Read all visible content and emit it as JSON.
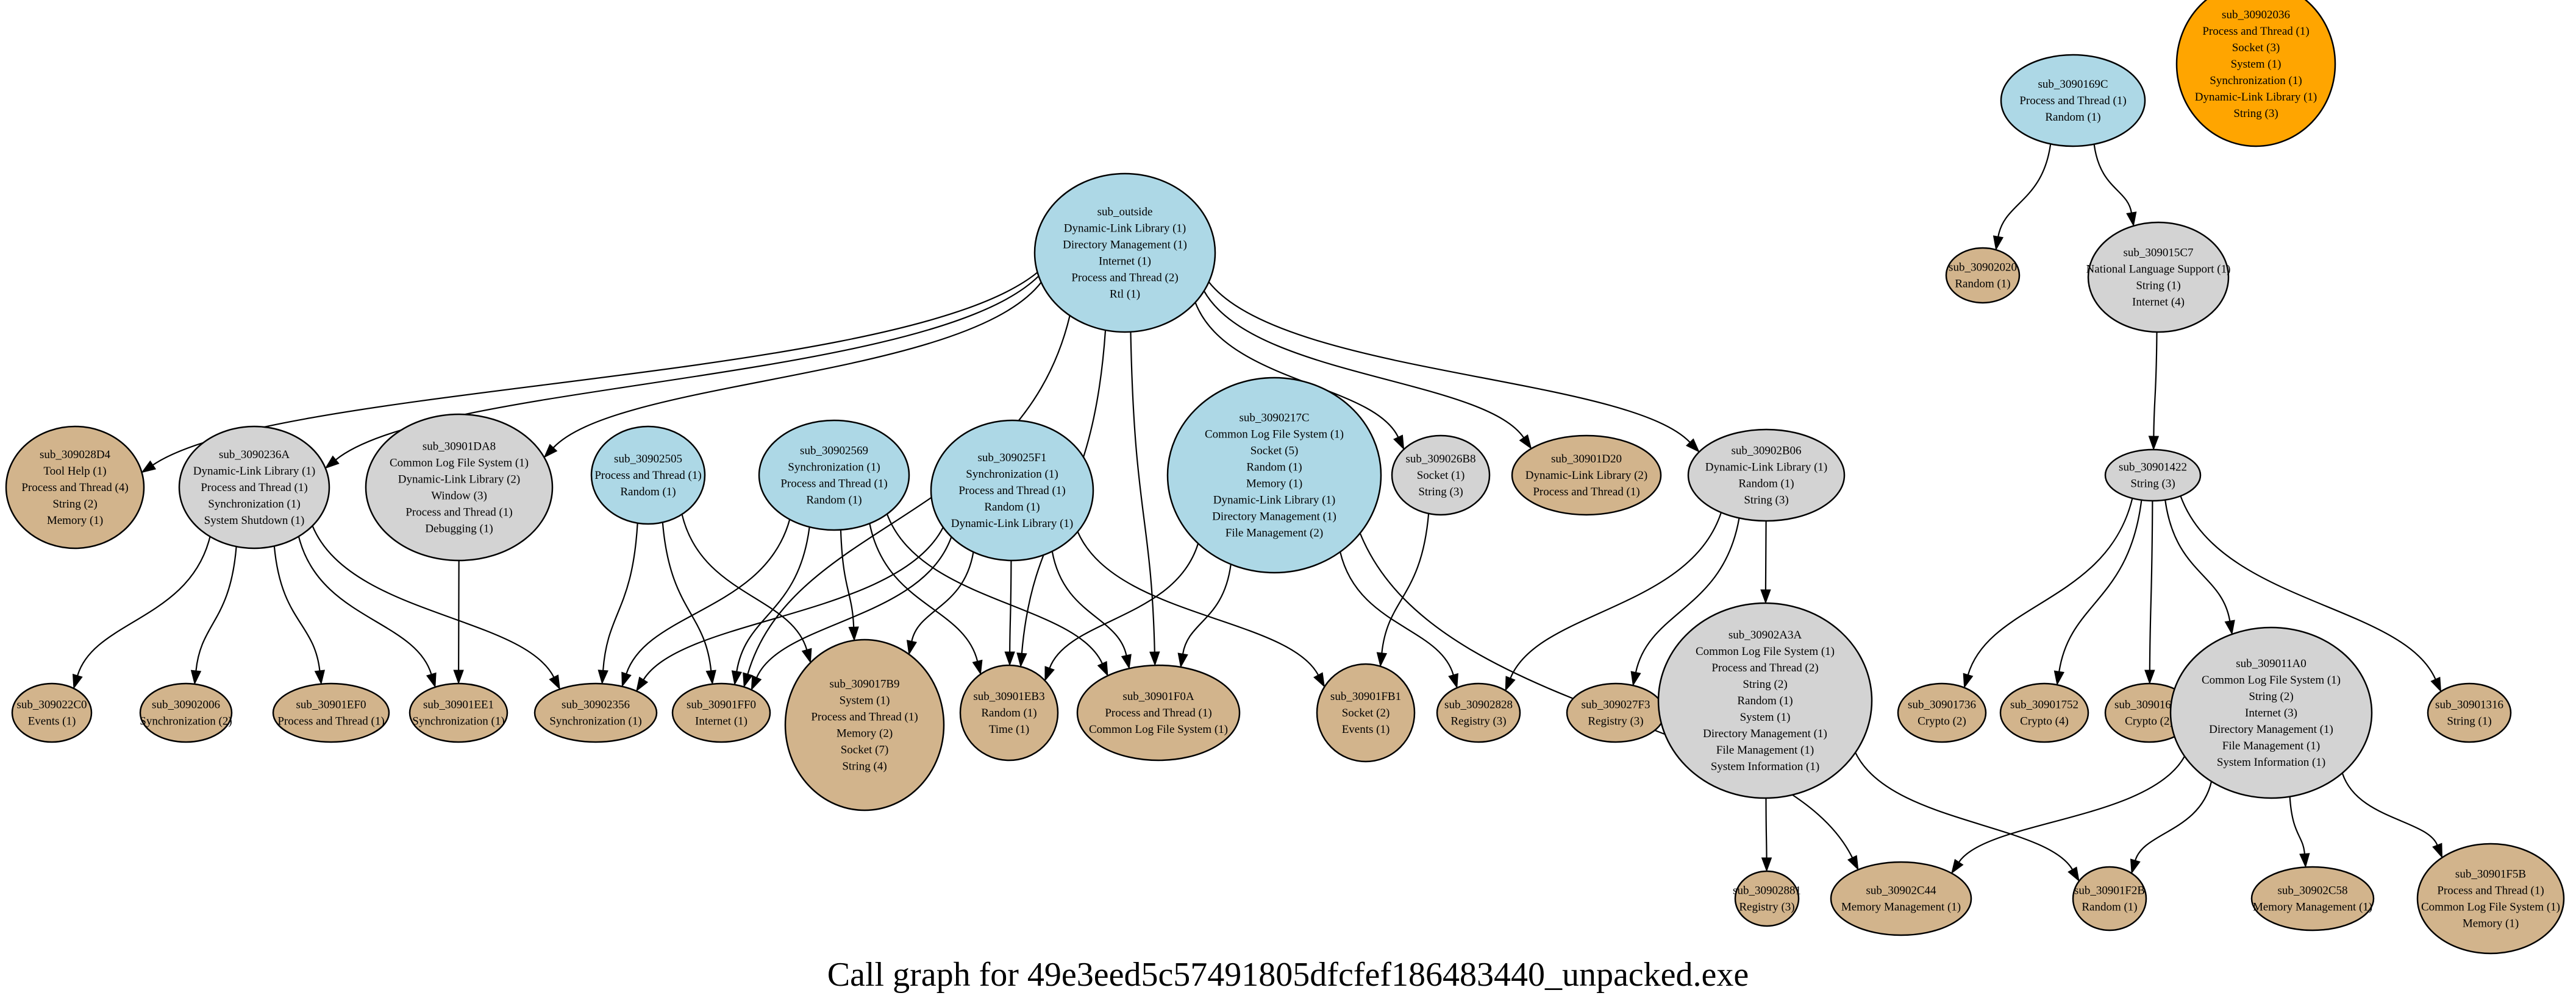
{
  "title": "Call graph for 49e3eed5c57491805dfcfef186483440_unpacked.exe",
  "legend_colors": {
    "entry": "#add8e6",
    "intermediate": "#d3d3d3",
    "leaf": "#d2b48c",
    "isolated": "#ffa500"
  },
  "nodes": [
    {
      "id": "sub_outside",
      "type": "entry",
      "lines": [
        "Dynamic-Link Library (1)",
        "Directory Management (1)",
        "Internet (1)",
        "Process and Thread (2)",
        "Rtl (1)"
      ]
    },
    {
      "id": "sub_3090169C",
      "type": "entry",
      "lines": [
        "Process and Thread (1)",
        "Random (1)"
      ]
    },
    {
      "id": "sub_30902036",
      "type": "isolated",
      "lines": [
        "Process and Thread (1)",
        "Socket (3)",
        "System (1)",
        "Synchronization (1)",
        "Dynamic-Link Library (1)",
        "String (3)"
      ]
    },
    {
      "id": "sub_30902020",
      "type": "leaf",
      "lines": [
        "Random (1)"
      ]
    },
    {
      "id": "sub_309015C7",
      "type": "intermediate",
      "lines": [
        "National Language Support (1)",
        "String (1)",
        "Internet (4)"
      ]
    },
    {
      "id": "sub_309028D4",
      "type": "leaf",
      "lines": [
        "Tool Help (1)",
        "Process and Thread (4)",
        "String (2)",
        "Memory (1)"
      ]
    },
    {
      "id": "sub_3090236A",
      "type": "intermediate",
      "lines": [
        "Dynamic-Link Library (1)",
        "Process and Thread (1)",
        "Synchronization (1)",
        "System Shutdown (1)"
      ]
    },
    {
      "id": "sub_30901DA8",
      "type": "intermediate",
      "lines": [
        "Common Log File System (1)",
        "Dynamic-Link Library (2)",
        "Window (3)",
        "Process and Thread (1)",
        "Debugging (1)"
      ]
    },
    {
      "id": "sub_30902505",
      "type": "entry",
      "lines": [
        "Process and Thread (1)",
        "Random (1)"
      ]
    },
    {
      "id": "sub_30902569",
      "type": "entry",
      "lines": [
        "Synchronization (1)",
        "Process and Thread (1)",
        "Random (1)"
      ]
    },
    {
      "id": "sub_309025F1",
      "type": "entry",
      "lines": [
        "Synchronization (1)",
        "Process and Thread (1)",
        "Random (1)",
        "Dynamic-Link Library (1)"
      ]
    },
    {
      "id": "sub_3090217C",
      "type": "entry",
      "lines": [
        "Common Log File System (1)",
        "Socket (5)",
        "Random (1)",
        "Memory (1)",
        "Dynamic-Link Library (1)",
        "Directory Management (1)",
        "File Management (2)"
      ]
    },
    {
      "id": "sub_309026B8",
      "type": "intermediate",
      "lines": [
        "Socket (1)",
        "String (3)"
      ]
    },
    {
      "id": "sub_30901D20",
      "type": "leaf",
      "lines": [
        "Dynamic-Link Library (2)",
        "Process and Thread (1)"
      ]
    },
    {
      "id": "sub_30902B06",
      "type": "intermediate",
      "lines": [
        "Dynamic-Link Library (1)",
        "Random (1)",
        "String (3)"
      ]
    },
    {
      "id": "sub_30901422",
      "type": "intermediate",
      "lines": [
        "String (3)"
      ]
    },
    {
      "id": "sub_309022C0",
      "type": "leaf",
      "lines": [
        "Events (1)"
      ]
    },
    {
      "id": "sub_30902006",
      "type": "leaf",
      "lines": [
        "Synchronization (2)"
      ]
    },
    {
      "id": "sub_30901EF0",
      "type": "leaf",
      "lines": [
        "Process and Thread (1)"
      ]
    },
    {
      "id": "sub_30901EE1",
      "type": "leaf",
      "lines": [
        "Synchronization (1)"
      ]
    },
    {
      "id": "sub_30902356",
      "type": "leaf",
      "lines": [
        "Synchronization (1)"
      ]
    },
    {
      "id": "sub_30901FF0",
      "type": "leaf",
      "lines": [
        "Internet (1)"
      ]
    },
    {
      "id": "sub_309017B9",
      "type": "leaf",
      "lines": [
        "System (1)",
        "Process and Thread (1)",
        "Memory (2)",
        "Socket (7)",
        "String (4)"
      ]
    },
    {
      "id": "sub_30901EB3",
      "type": "leaf",
      "lines": [
        "Random (1)",
        "Time (1)"
      ]
    },
    {
      "id": "sub_30901F0A",
      "type": "leaf",
      "lines": [
        "Process and Thread (1)",
        "Common Log File System (1)"
      ]
    },
    {
      "id": "sub_30901FB1",
      "type": "leaf",
      "lines": [
        "Socket (2)",
        "Events (1)"
      ]
    },
    {
      "id": "sub_30902828",
      "type": "leaf",
      "lines": [
        "Registry (3)"
      ]
    },
    {
      "id": "sub_309027F3",
      "type": "leaf",
      "lines": [
        "Registry (3)"
      ]
    },
    {
      "id": "sub_30902A3A",
      "type": "intermediate",
      "lines": [
        "Common Log File System (1)",
        "Process and Thread (2)",
        "String (2)",
        "Random (1)",
        "System (1)",
        "Directory Management (1)",
        "File Management (1)",
        "System Information (1)"
      ]
    },
    {
      "id": "sub_30901736",
      "type": "leaf",
      "lines": [
        "Crypto (2)"
      ]
    },
    {
      "id": "sub_30901752",
      "type": "leaf",
      "lines": [
        "Crypto (4)"
      ]
    },
    {
      "id": "sub_309016E7",
      "type": "leaf",
      "lines": [
        "Crypto (2)"
      ]
    },
    {
      "id": "sub_309011A0",
      "type": "intermediate",
      "lines": [
        "Common Log File System (1)",
        "String (2)",
        "Internet (3)",
        "Directory Management (1)",
        "File Management (1)",
        "System Information (1)"
      ]
    },
    {
      "id": "sub_30901316",
      "type": "leaf",
      "lines": [
        "String (1)"
      ]
    },
    {
      "id": "sub_30902881",
      "type": "leaf",
      "lines": [
        "Registry (3)"
      ]
    },
    {
      "id": "sub_30902C44",
      "type": "leaf",
      "lines": [
        "Memory Management (1)"
      ]
    },
    {
      "id": "sub_30901F2B",
      "type": "leaf",
      "lines": [
        "Random (1)"
      ]
    },
    {
      "id": "sub_30902C58",
      "type": "leaf",
      "lines": [
        "Memory Management (1)"
      ]
    },
    {
      "id": "sub_30901F5B",
      "type": "leaf",
      "lines": [
        "Process and Thread (1)",
        "Common Log File System (1)",
        "Memory (1)"
      ]
    }
  ],
  "edges": [
    [
      "sub_outside",
      "sub_309028D4"
    ],
    [
      "sub_outside",
      "sub_3090236A"
    ],
    [
      "sub_outside",
      "sub_30901DA8"
    ],
    [
      "sub_outside",
      "sub_30901FF0"
    ],
    [
      "sub_outside",
      "sub_30901EB3"
    ],
    [
      "sub_outside",
      "sub_30901F0A"
    ],
    [
      "sub_outside",
      "sub_309026B8"
    ],
    [
      "sub_outside",
      "sub_30901D20"
    ],
    [
      "sub_outside",
      "sub_30902B06"
    ],
    [
      "sub_3090169C",
      "sub_30902020"
    ],
    [
      "sub_3090169C",
      "sub_309015C7"
    ],
    [
      "sub_309015C7",
      "sub_30901422"
    ],
    [
      "sub_3090236A",
      "sub_309022C0"
    ],
    [
      "sub_3090236A",
      "sub_30902006"
    ],
    [
      "sub_3090236A",
      "sub_30901EF0"
    ],
    [
      "sub_3090236A",
      "sub_30901EE1"
    ],
    [
      "sub_3090236A",
      "sub_30902356"
    ],
    [
      "sub_30901DA8",
      "sub_30901EE1"
    ],
    [
      "sub_30902505",
      "sub_30902356"
    ],
    [
      "sub_30902505",
      "sub_30901FF0"
    ],
    [
      "sub_30902505",
      "sub_309017B9"
    ],
    [
      "sub_30902569",
      "sub_30902356"
    ],
    [
      "sub_30902569",
      "sub_30901FF0"
    ],
    [
      "sub_30902569",
      "sub_309017B9"
    ],
    [
      "sub_30902569",
      "sub_30901EB3"
    ],
    [
      "sub_30902569",
      "sub_30901F0A"
    ],
    [
      "sub_309025F1",
      "sub_30902356"
    ],
    [
      "sub_309025F1",
      "sub_30901FF0"
    ],
    [
      "sub_309025F1",
      "sub_309017B9"
    ],
    [
      "sub_309025F1",
      "sub_30901EB3"
    ],
    [
      "sub_309025F1",
      "sub_30901F0A"
    ],
    [
      "sub_309025F1",
      "sub_30901FB1"
    ],
    [
      "sub_3090217C",
      "sub_30901EB3"
    ],
    [
      "sub_3090217C",
      "sub_30901F0A"
    ],
    [
      "sub_3090217C",
      "sub_30902828"
    ],
    [
      "sub_3090217C",
      "sub_30902C44"
    ],
    [
      "sub_309026B8",
      "sub_30901FB1"
    ],
    [
      "sub_30902B06",
      "sub_30902828"
    ],
    [
      "sub_30902B06",
      "sub_309027F3"
    ],
    [
      "sub_30902B06",
      "sub_30902A3A"
    ],
    [
      "sub_30902A3A",
      "sub_30902881"
    ],
    [
      "sub_30902A3A",
      "sub_30901F2B"
    ],
    [
      "sub_30901422",
      "sub_30901736"
    ],
    [
      "sub_30901422",
      "sub_30901752"
    ],
    [
      "sub_30901422",
      "sub_309016E7"
    ],
    [
      "sub_30901422",
      "sub_309011A0"
    ],
    [
      "sub_30901422",
      "sub_30901316"
    ],
    [
      "sub_309011A0",
      "sub_30902C44"
    ],
    [
      "sub_309011A0",
      "sub_30901F2B"
    ],
    [
      "sub_309011A0",
      "sub_30902C58"
    ],
    [
      "sub_309011A0",
      "sub_30901F5B"
    ]
  ]
}
